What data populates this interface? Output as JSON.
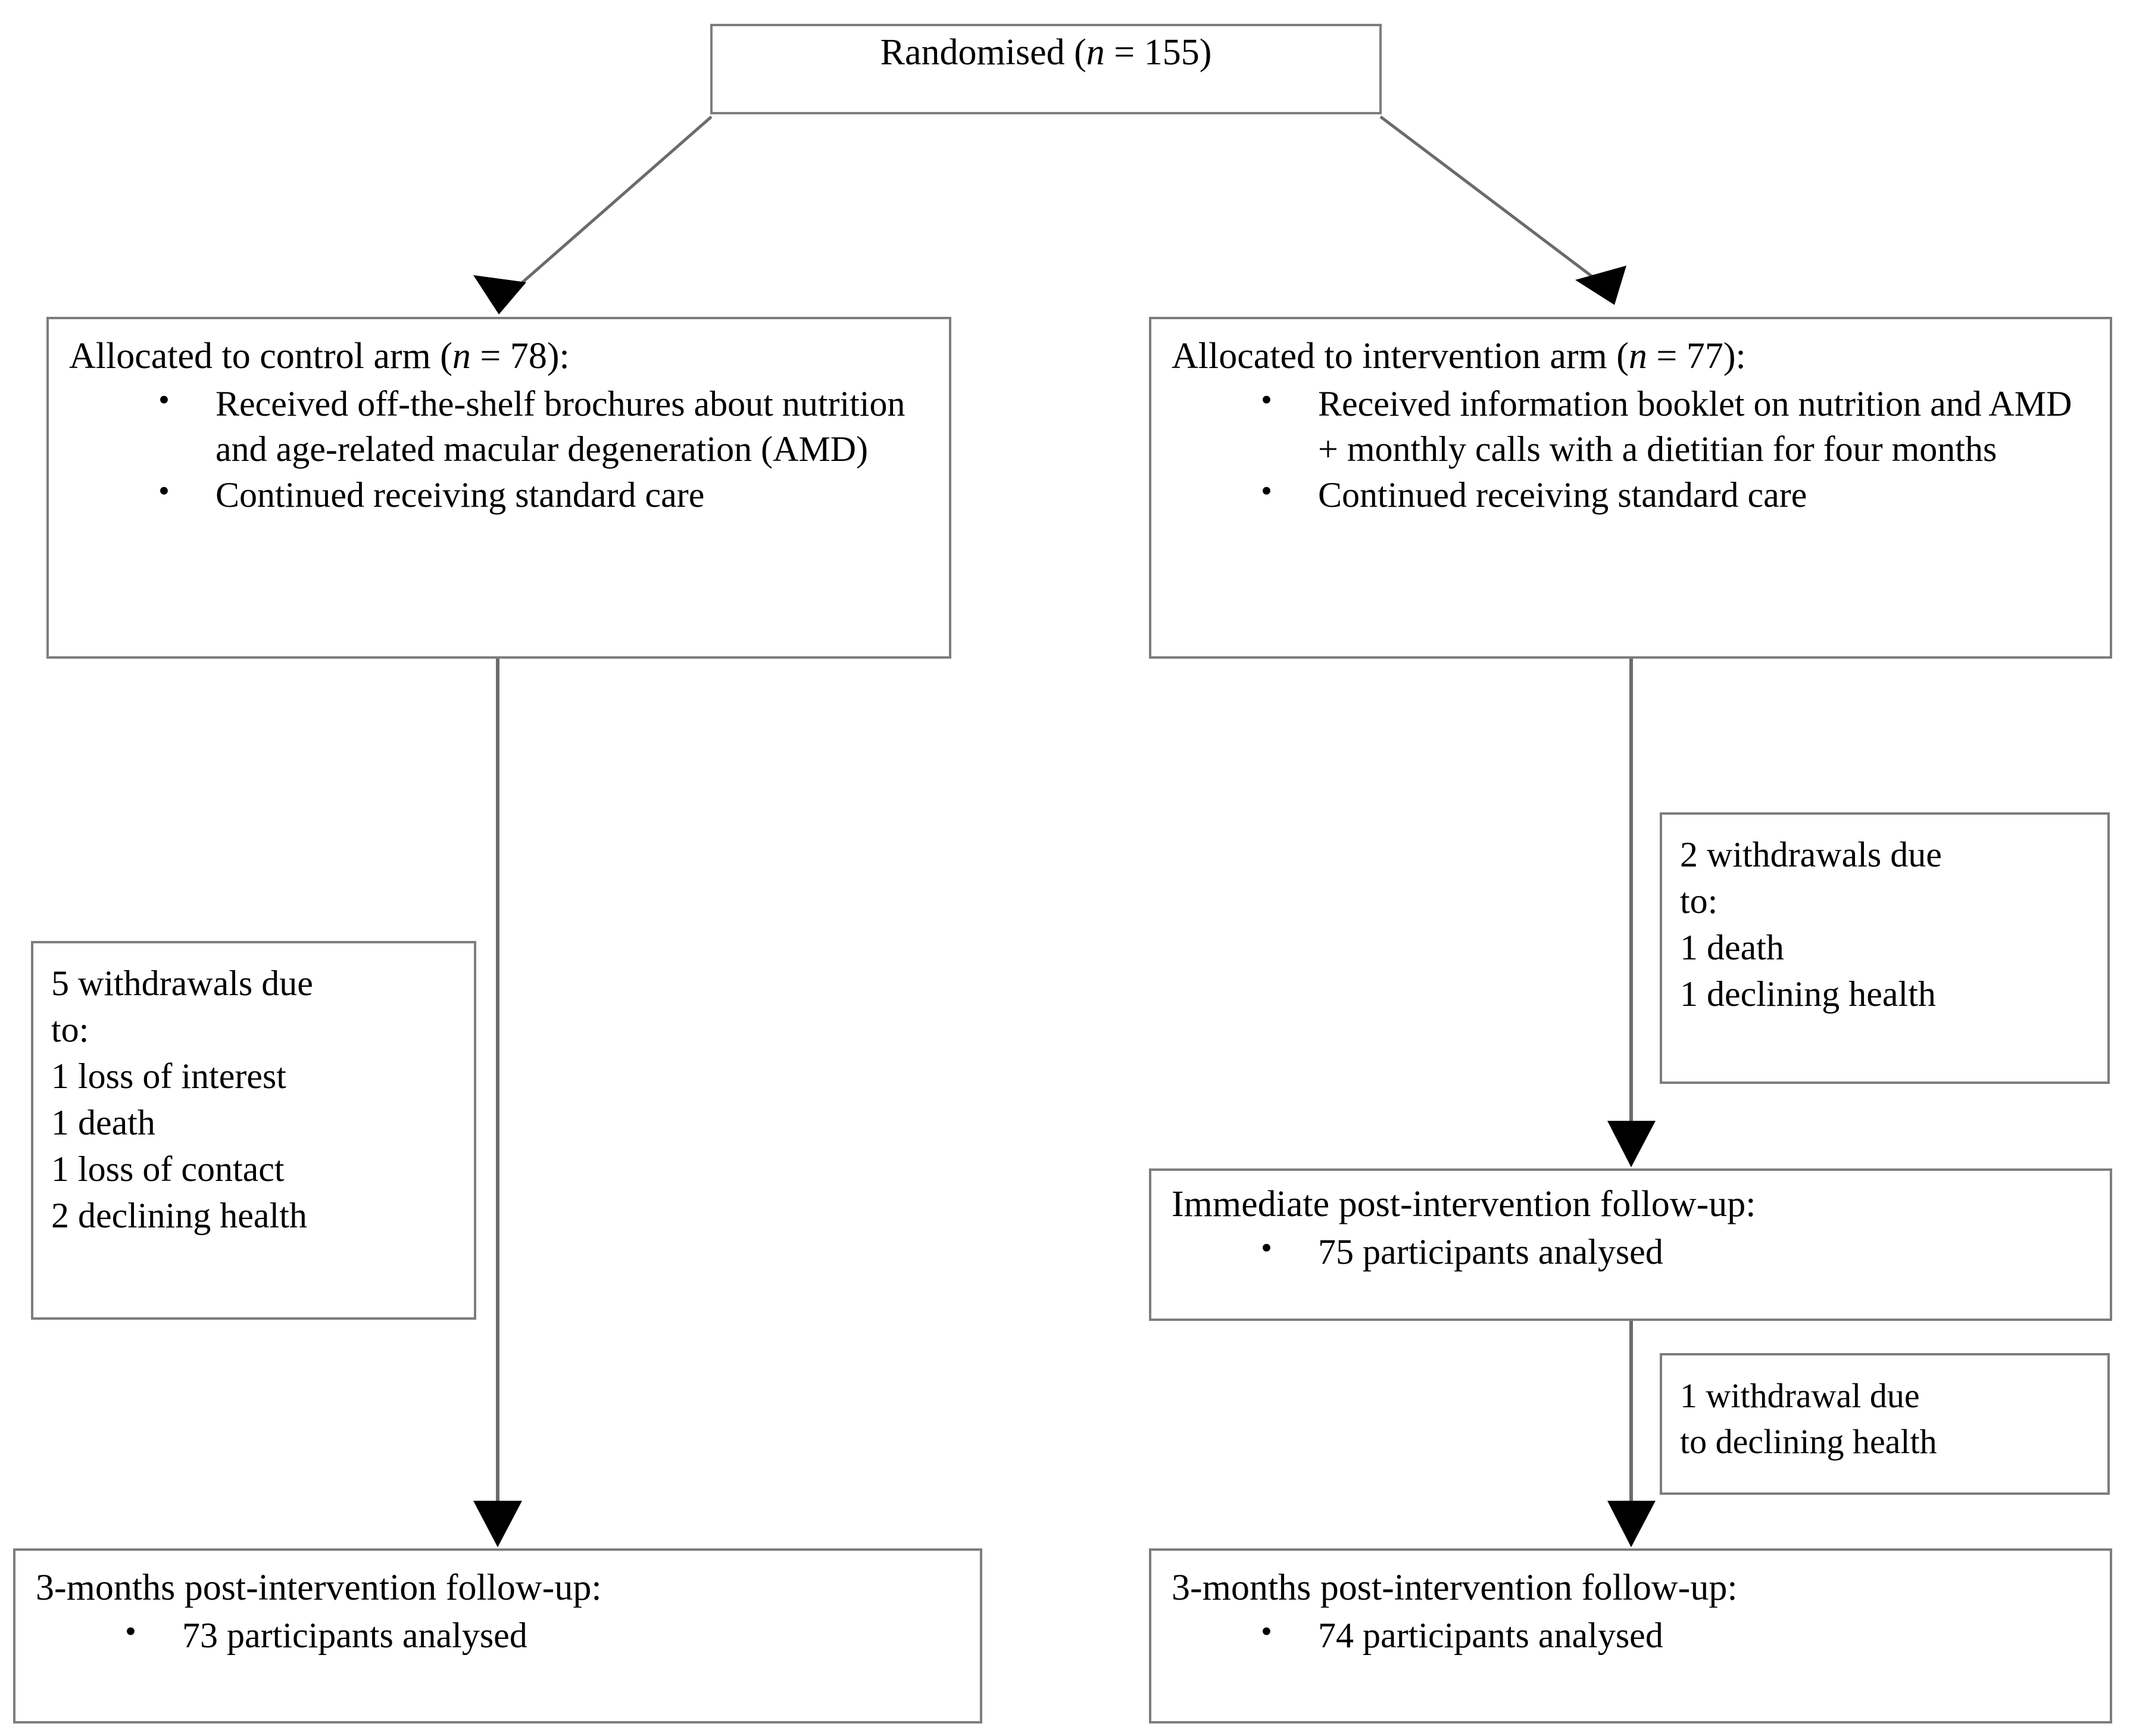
{
  "diagram": {
    "type": "consort-flow-diagram",
    "nodes": {
      "randomised": {
        "title_prefix": "Randomised (",
        "n_symbol": "n",
        "title_suffix": " = 155)",
        "n_value": 155
      },
      "control_arm": {
        "title_prefix": "Allocated to control arm (",
        "n_symbol": "n",
        "title_suffix": " = 78):",
        "n_value": 78,
        "bullets": [
          "Received off-the-shelf brochures about nutrition and age-related macular degeneration (AMD)",
          "Continued receiving standard care"
        ]
      },
      "intervention_arm": {
        "title_prefix": "Allocated to intervention arm (",
        "n_symbol": "n",
        "title_suffix": " = 77):",
        "n_value": 77,
        "bullets": [
          "Received information booklet on nutrition and AMD + monthly calls with a dietitian for four months",
          "Continued receiving standard care"
        ]
      },
      "control_withdrawals": {
        "lines": [
          "5 withdrawals due",
          "to:",
          "1 loss of interest",
          "1 death",
          "1 loss of contact",
          "2 declining health"
        ],
        "count": 5
      },
      "intervention_withdrawals": {
        "lines": [
          "2 withdrawals due",
          "to:",
          "1 death",
          "1 declining health"
        ],
        "count": 2
      },
      "immediate_followup": {
        "title": "Immediate post-intervention follow-up:",
        "bullets": [
          "75 participants analysed"
        ],
        "analysed": 75
      },
      "intervention_withdrawal_2": {
        "lines": [
          "1 withdrawal due",
          "to declining health"
        ],
        "count": 1
      },
      "control_followup_3m": {
        "title": "3-months post-intervention follow-up:",
        "bullets": [
          "73 participants analysed"
        ],
        "analysed": 73
      },
      "intervention_followup_3m": {
        "title": "3-months post-intervention follow-up:",
        "bullets": [
          "74 participants analysed"
        ],
        "analysed": 74
      }
    },
    "colors": {
      "border": "#7d7d7d",
      "connector": "#6b6b6b",
      "arrowhead": "#000000",
      "text": "#000000",
      "background": "#ffffff"
    }
  }
}
